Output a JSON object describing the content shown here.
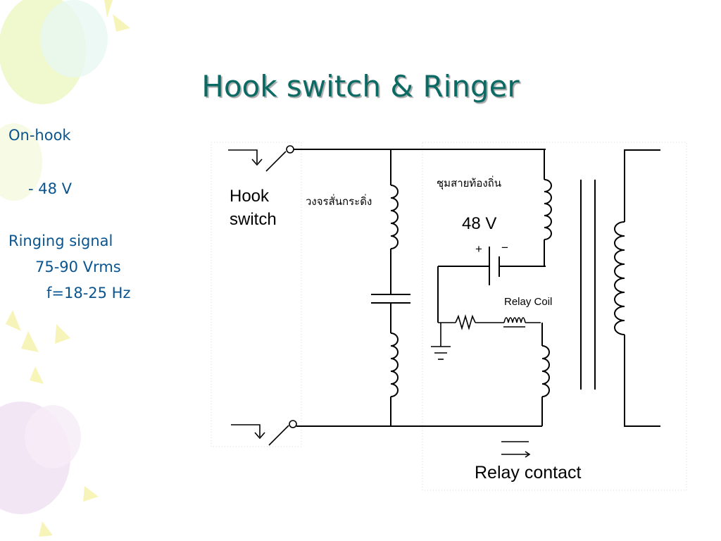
{
  "slide": {
    "title": "Hook switch & Ringer",
    "bullets": [
      "On-hook",
      "- 48 V",
      "Ringing signal",
      "75-90 Vrms",
      "f=18-25 Hz"
    ]
  },
  "diagram": {
    "labels": {
      "hook_switch_line1": "Hook",
      "hook_switch_line2": "switch",
      "ringer_circuit": "วงจรสั่นกระดิ่ง",
      "local_line": "ชุมสายท้องถิ่น",
      "battery_voltage": "48 V",
      "battery_plus": "+",
      "battery_minus": "−",
      "relay_coil": "Relay Coil",
      "relay_contact": "Relay contact"
    }
  }
}
